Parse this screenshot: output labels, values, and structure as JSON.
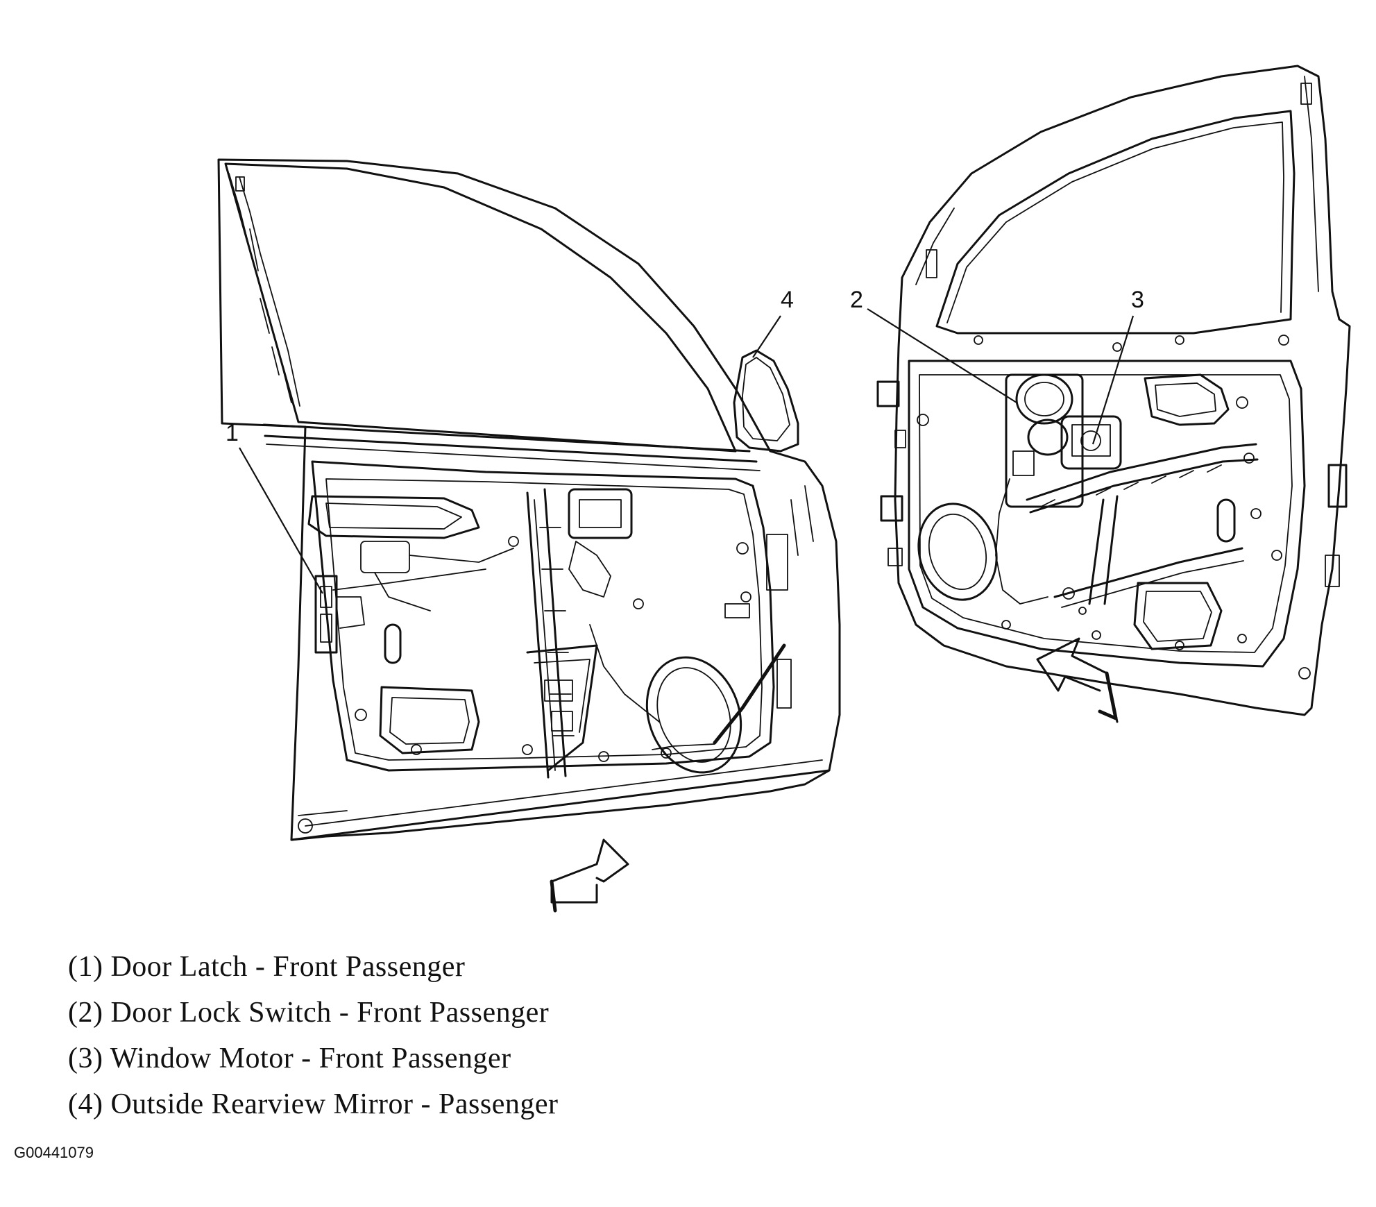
{
  "callouts": {
    "c1": "1",
    "c2": "2",
    "c3": "3",
    "c4": "4"
  },
  "legend": [
    "(1) Door Latch - Front Passenger",
    "(2) Door Lock Switch - Front Passenger",
    "(3) Window Motor - Front Passenger",
    "(4) Outside Rearview Mirror - Passenger"
  ],
  "figure_id": "G00441079"
}
